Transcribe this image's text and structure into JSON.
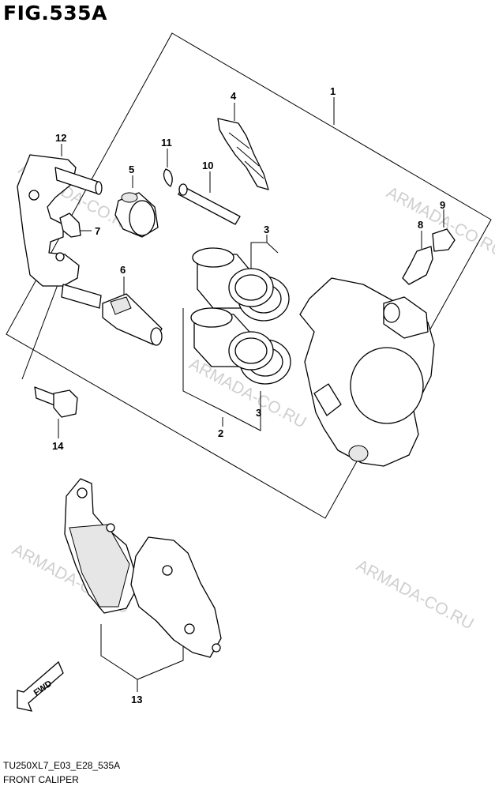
{
  "figure": {
    "title": "FIG.535A",
    "code": "TU250XL7_E03_E28_535A",
    "caption": "FRONT CALIPER"
  },
  "watermark": "ARMADA-CO.RU",
  "callouts": [
    "1",
    "2",
    "3",
    "3",
    "4",
    "5",
    "6",
    "7",
    "8",
    "9",
    "10",
    "11",
    "12",
    "13",
    "14"
  ],
  "fwd_label": "FWD"
}
